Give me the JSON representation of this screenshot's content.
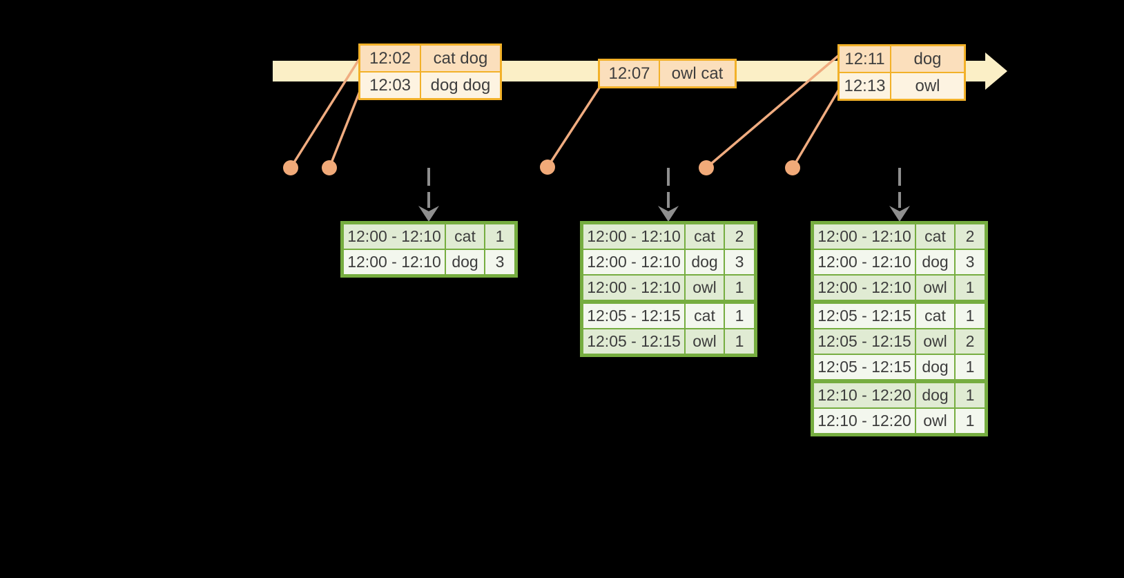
{
  "colors": {
    "background": "#000000",
    "timeline_band": "#FBEFC6",
    "event_table_border": "#F2B129",
    "event_row_primary": "#FBDFBC",
    "event_row_secondary": "#FDF3E1",
    "event_dot_and_line": "#F0A97C",
    "result_table_border": "#76AD40",
    "result_row_light": "#E0EBD3",
    "result_row_white": "#F3F7EE",
    "trigger_arrow": "#8F8F8F",
    "text": "#3D3D3E"
  },
  "timeline": {
    "events": [
      {
        "rows": [
          {
            "time": "12:02",
            "words": "cat dog"
          },
          {
            "time": "12:03",
            "words": "dog dog"
          }
        ]
      },
      {
        "rows": [
          {
            "time": "12:07",
            "words": "owl cat"
          }
        ]
      },
      {
        "rows": [
          {
            "time": "12:11",
            "words": "dog"
          },
          {
            "time": "12:13",
            "words": "owl"
          }
        ]
      }
    ]
  },
  "result_tables": [
    {
      "rows": [
        {
          "window": "12:00 - 12:10",
          "word": "cat",
          "count": "1"
        },
        {
          "window": "12:00 - 12:10",
          "word": "dog",
          "count": "3"
        }
      ]
    },
    {
      "rows": [
        {
          "window": "12:00 - 12:10",
          "word": "cat",
          "count": "2"
        },
        {
          "window": "12:00 - 12:10",
          "word": "dog",
          "count": "3"
        },
        {
          "window": "12:00 - 12:10",
          "word": "owl",
          "count": "1"
        },
        {
          "window": "12:05 - 12:15",
          "word": "cat",
          "count": "1"
        },
        {
          "window": "12:05 - 12:15",
          "word": "owl",
          "count": "1"
        }
      ]
    },
    {
      "rows": [
        {
          "window": "12:00 - 12:10",
          "word": "cat",
          "count": "2"
        },
        {
          "window": "12:00 - 12:10",
          "word": "dog",
          "count": "3"
        },
        {
          "window": "12:00 - 12:10",
          "word": "owl",
          "count": "1"
        },
        {
          "window": "12:05 - 12:15",
          "word": "cat",
          "count": "1"
        },
        {
          "window": "12:05 - 12:15",
          "word": "owl",
          "count": "2"
        },
        {
          "window": "12:05 - 12:15",
          "word": "dog",
          "count": "1"
        },
        {
          "window": "12:10 - 12:20",
          "word": "dog",
          "count": "1"
        },
        {
          "window": "12:10 - 12:20",
          "word": "owl",
          "count": "1"
        }
      ]
    }
  ]
}
